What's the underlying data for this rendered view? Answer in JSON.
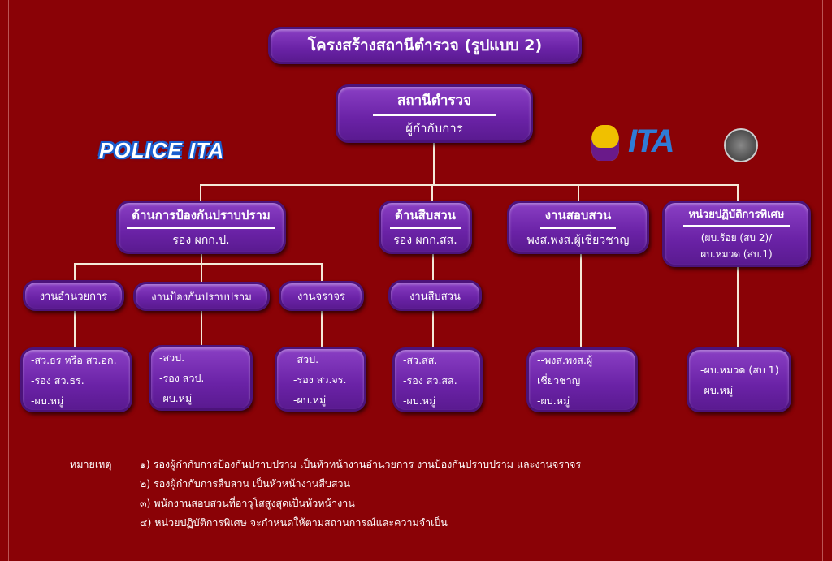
{
  "title": "โครงสร้างสถานีตำรวจ (รูปแบบ 2)",
  "top": {
    "title": "สถานีตำรวจ",
    "sub": "ผู้กำกับการ"
  },
  "police_ita": "POLICE ITA",
  "logo_text": "ITA",
  "divisions": [
    {
      "title": "ด้านการป้องกันปราบปราม",
      "sub": "รอง ผกก.ป."
    },
    {
      "title": "ด้านสืบสวน",
      "sub": "รอง ผกก.สส."
    },
    {
      "title": "งานสอบสวน",
      "sub": "พงส.พงส.ผู้เชี่ยวชาญ"
    },
    {
      "title": "หน่วยปฏิบัติการพิเศษ",
      "sub": "(ผบ.ร้อย (สบ 2)/",
      "sub2": "ผบ.หมวด (สบ.1)"
    }
  ],
  "units": [
    "งานอำนวยการ",
    "งานป้องกันปราบปราม",
    "งานจราจร",
    "งานสืบสวน"
  ],
  "leaves": [
    [
      "-สว.ธร หรือ สว.อก.",
      "-รอง สว.ธร.",
      "-ผบ.หมู่"
    ],
    [
      "-สวป.",
      "-รอง สวป.",
      "-ผบ.หมู่"
    ],
    [
      "-สวป.",
      "-รอง สว.จร.",
      "-ผบ.หมู่"
    ],
    [
      "-สว.สส.",
      "-รอง สว.สส.",
      "-ผบ.หมู่"
    ],
    [
      "--พงส.พงส.ผู้เชี่ยวชาญ",
      "-ผบ.หมู่"
    ],
    [
      "-ผบ.หมวด (สบ 1)",
      "-ผบ.หมู่"
    ]
  ],
  "notes": {
    "label": "หมายเหตุ",
    "items": [
      "๑) รองผู้กำกับการป้องกันปราบปราม เป็นหัวหน้างานอำนวยการ งานป้องกันปราบปราม และงานจราจร",
      "๒) รองผู้กำกับการสืบสวน เป็นหัวหน้างานสืบสวน",
      "๓) พนักงานสอบสวนที่อาวุโสสูงสุดเป็นหัวหน้างาน",
      "๔) หน่วยปฏิบัติการพิเศษ จะกำหนดให้ตามสถานการณ์และความจำเป็น"
    ]
  }
}
